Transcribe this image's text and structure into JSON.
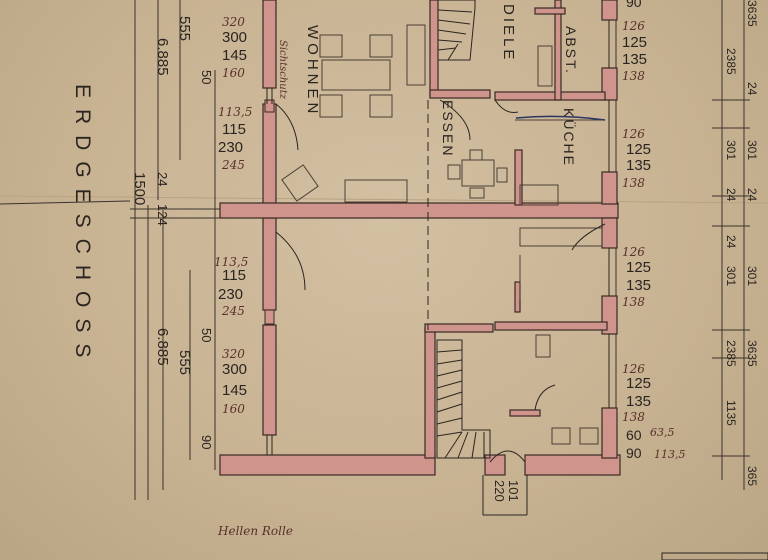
{
  "colors": {
    "paper": "#c9b596",
    "wall": "#c98a82",
    "ink": "#2b2520",
    "pencil": "#5a2f2a"
  },
  "floor_title": "ERDGESCHOSS",
  "room_labels": {
    "wohnen": "WOHNEN",
    "diele": "DIELE",
    "abst": "ABST.",
    "kueche": "KÜCHE",
    "essen": "ESSEN"
  },
  "handwritten": {
    "signature": "Hellen Rolle",
    "wohnen_note": "Sichtschutz"
  },
  "dims_left": {
    "d555_top": "555",
    "d6885_top": "6.885",
    "d1500": "1500",
    "d24": "24",
    "d124": "124",
    "d555_bot": "555",
    "d6885_bot": "6.885",
    "d50_top": "50",
    "d50_bot": "50",
    "d90": "90"
  },
  "window_dims_left": {
    "top": {
      "a": "320",
      "b": "300",
      "c": "145",
      "d": "160"
    },
    "upper_mid": {
      "a": "113,5",
      "b": "115",
      "c": "230",
      "d": "245"
    },
    "lower_mid": {
      "a": "113,5",
      "b": "115",
      "c": "230",
      "d": "245"
    },
    "bottom": {
      "a": "320",
      "b": "300",
      "c": "145",
      "d": "160"
    }
  },
  "window_dims_right": [
    {
      "a": "126",
      "b": "125",
      "c": "135",
      "d": "138"
    },
    {
      "a": "126",
      "b": "125",
      "c": "135",
      "d": "138"
    },
    {
      "a": "126",
      "b": "125",
      "c": "135",
      "d": "138"
    },
    {
      "a": "126",
      "b": "125",
      "c": "135",
      "d": "138"
    }
  ],
  "right_bottom_dims": {
    "a": "60",
    "a2": "63,5",
    "b": "90",
    "b2": "113,5"
  },
  "top_right_dim": "90",
  "door_dims": {
    "a": "101",
    "b": "220"
  },
  "dims_right_chain": {
    "top": "3635",
    "t2": "2385",
    "t3": "24",
    "t4": "301",
    "t5": "301",
    "t6": "24",
    "m1": "24",
    "m2": "301",
    "m3": "301",
    "m4": "24",
    "b1": "2385",
    "b2": "3635",
    "b3": "1135",
    "b4": "365"
  }
}
